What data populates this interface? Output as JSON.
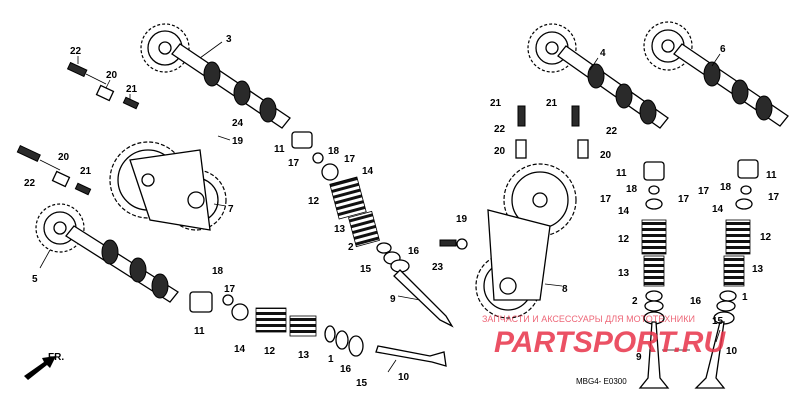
{
  "diagram": {
    "code": "MBG4- E0300",
    "direction_label": "FR.",
    "watermark": {
      "brand": "PARTSPORT.RU",
      "tagline": "ЗАПЧАСТИ И АКСЕССУАРЫ ДЛЯ МОТОТЕХНИКИ"
    },
    "callouts": {
      "c1": "3",
      "c2": "22",
      "c3": "20",
      "c4": "21",
      "c5": "24",
      "c6": "19",
      "c7": "11",
      "c8": "18",
      "c9": "17",
      "c10": "17",
      "c11": "14",
      "c12": "12",
      "c13": "13",
      "c14": "2",
      "c15": "16",
      "c16": "15",
      "c17": "9",
      "c18": "23",
      "c19": "19",
      "c20": "8",
      "c21": "4",
      "c22": "6",
      "c23": "21",
      "c24": "21",
      "c25": "22",
      "c26": "22",
      "c27": "20",
      "c28": "20",
      "c29": "11",
      "c30": "11",
      "c31": "18",
      "c32": "18",
      "c33": "17",
      "c34": "17",
      "c35": "17",
      "c36": "17",
      "c37": "14",
      "c38": "14",
      "c39": "12",
      "c40": "12",
      "c41": "13",
      "c42": "13",
      "c43": "2",
      "c44": "1",
      "c45": "16",
      "c46": "15",
      "c47": "9",
      "c48": "10",
      "c49": "22",
      "c50": "20",
      "c51": "21",
      "c52": "7",
      "c53": "5",
      "c54": "18",
      "c55": "17",
      "c56": "11",
      "c57": "14",
      "c58": "12",
      "c59": "13",
      "c60": "1",
      "c61": "16",
      "c62": "15",
      "c63": "10"
    }
  }
}
